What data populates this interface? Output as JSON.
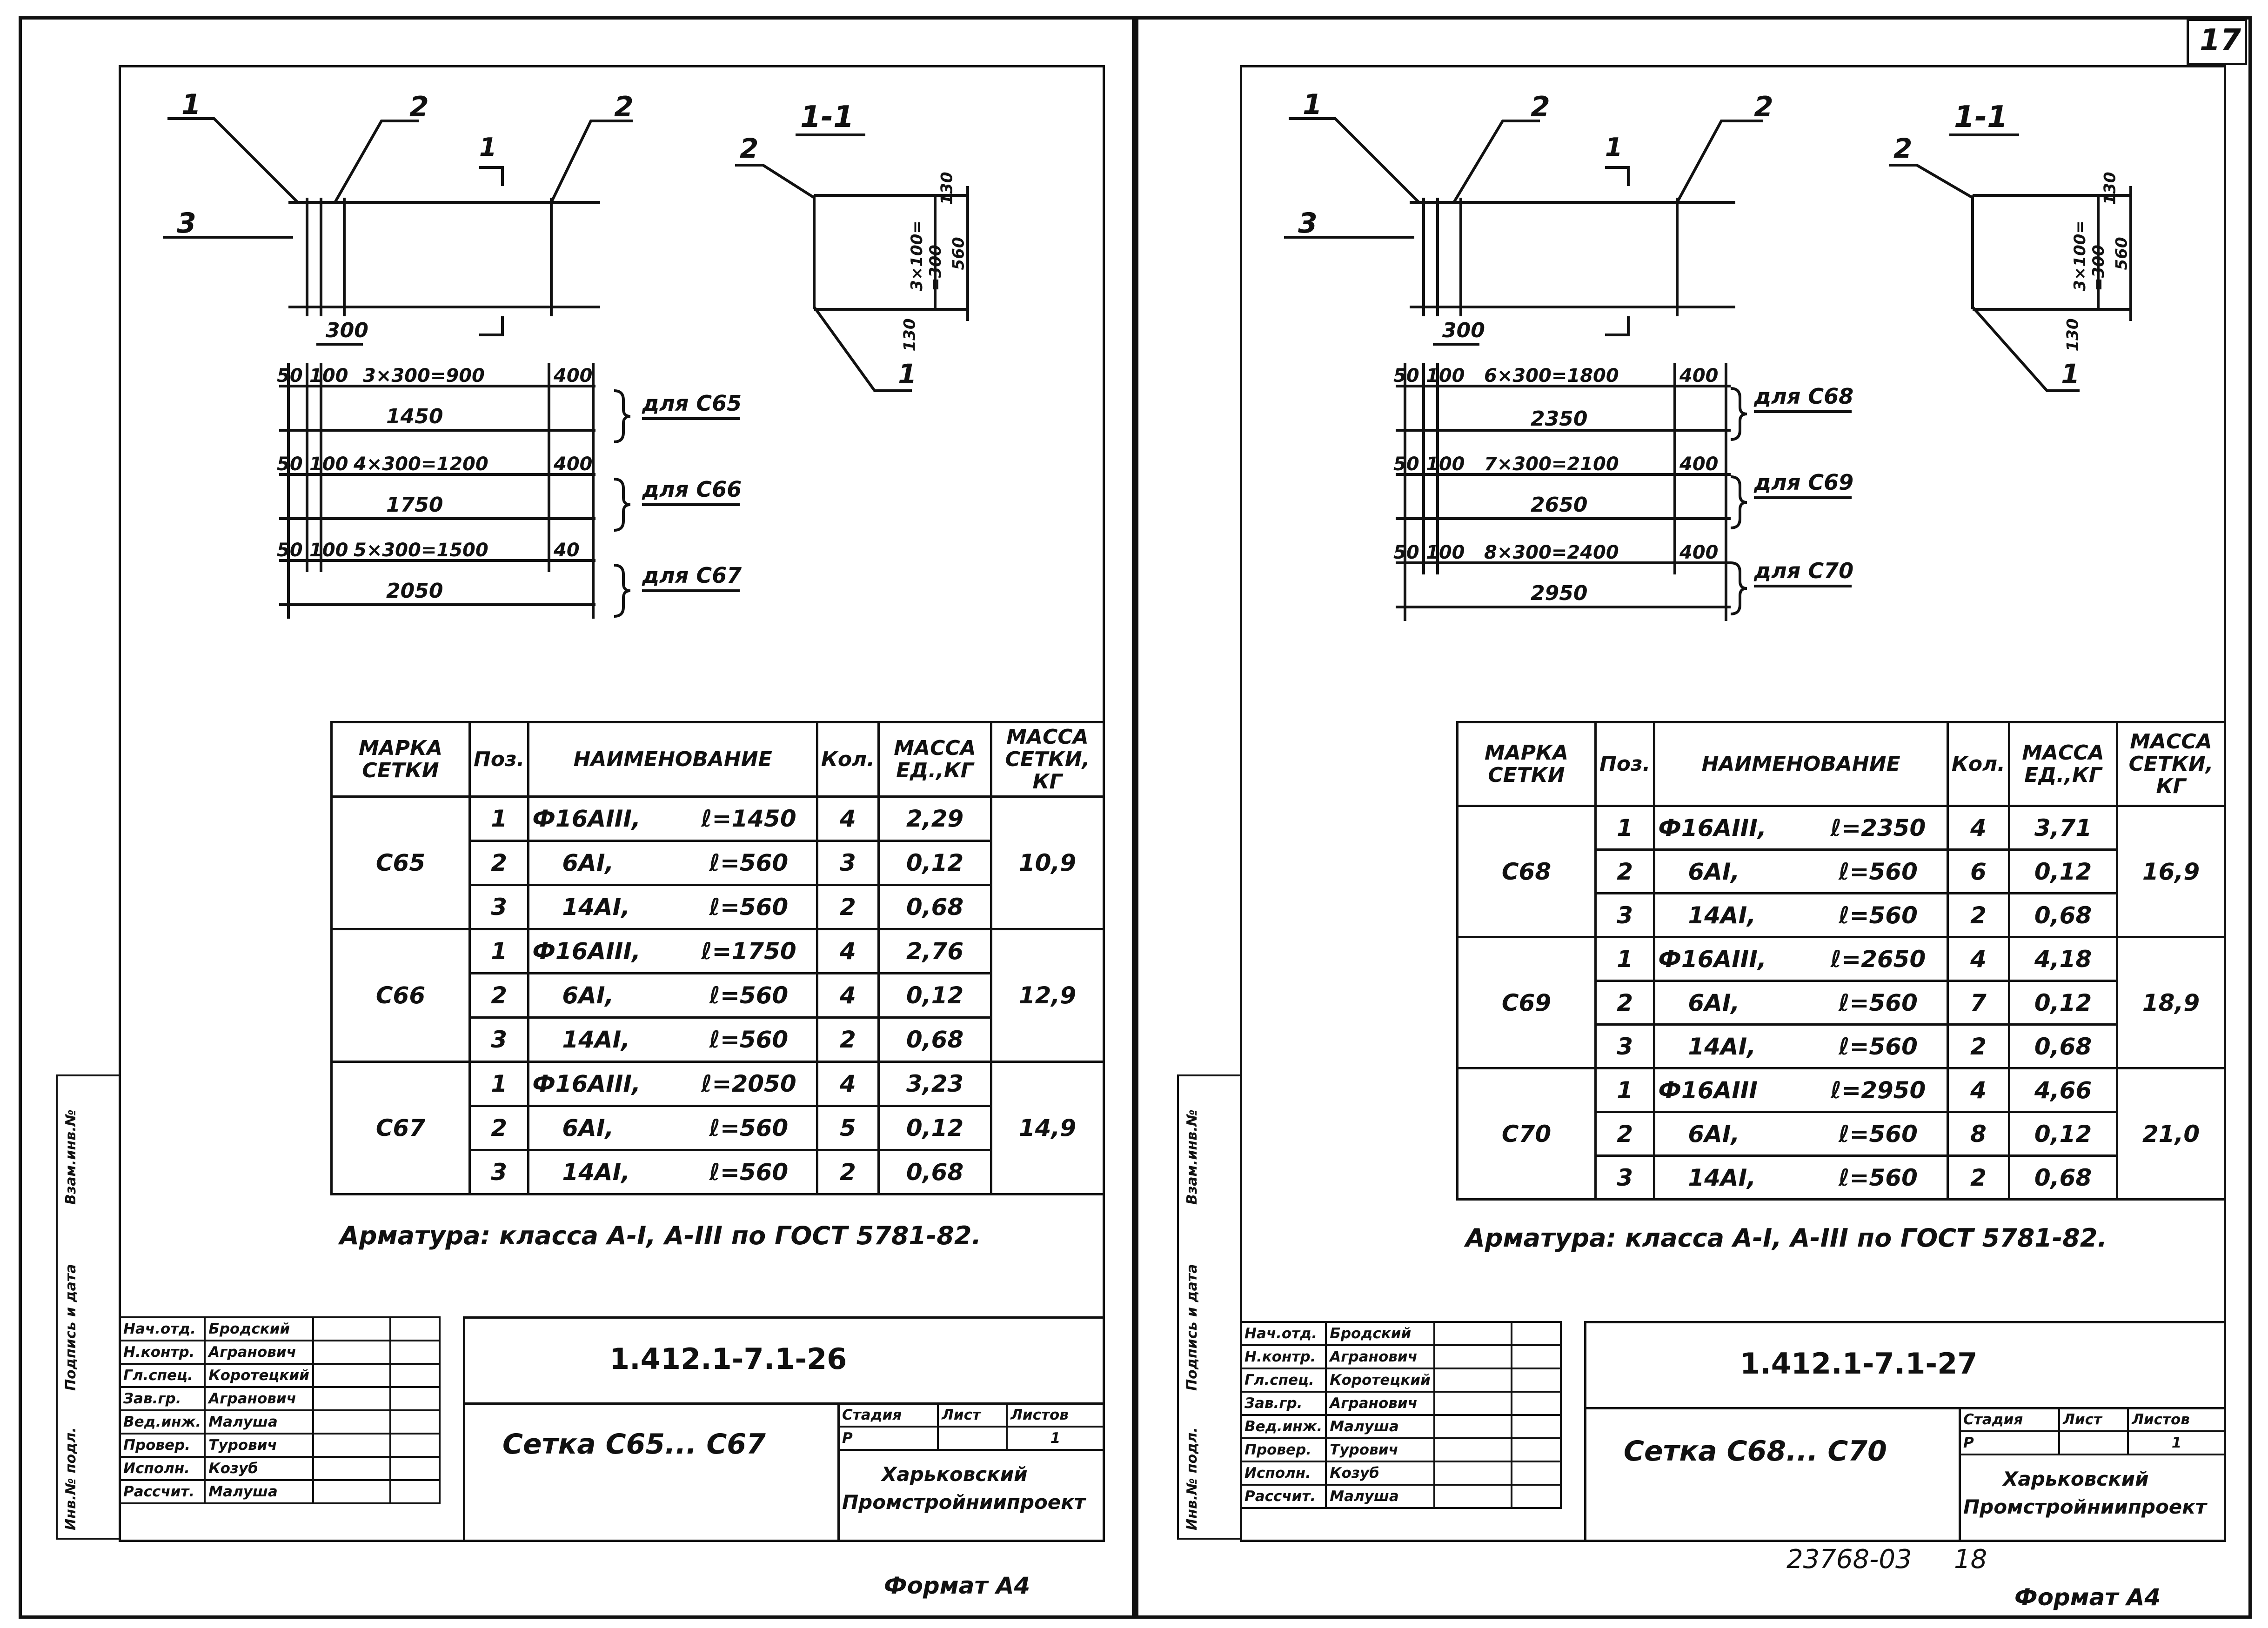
{
  "sheet_number": "17",
  "page_code": "23768-03",
  "page_code_num": "18",
  "left": {
    "callouts": [
      "1",
      "2",
      "2",
      "3"
    ],
    "section_mark": "1",
    "section_title": "1-1",
    "section_callouts": [
      "2",
      "1"
    ],
    "section_dims": {
      "top": "130",
      "middle": "3×100=\n=300",
      "total": "560",
      "bottom": "130"
    },
    "spacing_label": "300",
    "rows": [
      {
        "dims": [
          "50",
          "100",
          "3×300=900",
          "400"
        ],
        "total": "1450",
        "for": "для С65"
      },
      {
        "dims": [
          "50",
          "100",
          "4×300=1200",
          "400"
        ],
        "total": "1750",
        "for": "для С66"
      },
      {
        "dims": [
          "50",
          "100",
          "5×300=1500",
          "40"
        ],
        "total": "2050",
        "for": "для С67"
      }
    ],
    "table": {
      "headers": [
        "МАРКА\nСЕТКИ",
        "Поз.",
        "НАИМЕНОВАНИЕ",
        "Кол.",
        "МАССА\nЕД.,КГ",
        "МАССА\nСЕТКИ,\nКГ"
      ],
      "groups": [
        {
          "mark": "С65",
          "mass_total": "10,9",
          "items": [
            {
              "pos": "1",
              "name": "Ф16АIII,",
              "len": "ℓ=1450",
              "qty": "4",
              "mass": "2,29"
            },
            {
              "pos": "2",
              "name": "6АI,",
              "len": "ℓ=560",
              "qty": "3",
              "mass": "0,12"
            },
            {
              "pos": "3",
              "name": "14АI,",
              "len": "ℓ=560",
              "qty": "2",
              "mass": "0,68"
            }
          ]
        },
        {
          "mark": "С66",
          "mass_total": "12,9",
          "items": [
            {
              "pos": "1",
              "name": "Ф16АIII,",
              "len": "ℓ=1750",
              "qty": "4",
              "mass": "2,76"
            },
            {
              "pos": "2",
              "name": "6АI,",
              "len": "ℓ=560",
              "qty": "4",
              "mass": "0,12"
            },
            {
              "pos": "3",
              "name": "14АI,",
              "len": "ℓ=560",
              "qty": "2",
              "mass": "0,68"
            }
          ]
        },
        {
          "mark": "С67",
          "mass_total": "14,9",
          "items": [
            {
              "pos": "1",
              "name": "Ф16АIII,",
              "len": "ℓ=2050",
              "qty": "4",
              "mass": "3,23"
            },
            {
              "pos": "2",
              "name": "6АI,",
              "len": "ℓ=560",
              "qty": "5",
              "mass": "0,12"
            },
            {
              "pos": "3",
              "name": "14АI,",
              "len": "ℓ=560",
              "qty": "2",
              "mass": "0,68"
            }
          ]
        }
      ]
    },
    "note": "Арматура: класса А-I, А-III по ГОСТ 5781-82.",
    "title_block": {
      "doc_code": "1.412.1-7.1-26",
      "title": "Сетка С65... С67",
      "roles": [
        "Нач.отд.",
        "Н.контр.",
        "Гл.спец.",
        "Зав.гр.",
        "Вед.инж.",
        "Провер.",
        "Исполн.",
        "Рассчит."
      ],
      "names": [
        "Бродский",
        "Агранович",
        "Коротецкий",
        "Агранович",
        "Малуша",
        "Турович",
        "Козуб",
        "Малуша"
      ],
      "stage_label": "Стадия",
      "sheet_label": "Лист",
      "sheets_label": "Листов",
      "stage": "Р",
      "sheets": "1",
      "org_line1": "Харьковский",
      "org_line2": "Промстройниипроект"
    },
    "side_labels": [
      "Инв.№ подл.",
      "Подпись и дата",
      "Взам.инв.№"
    ],
    "format": "Формат А4"
  },
  "right": {
    "callouts": [
      "1",
      "2",
      "2",
      "3"
    ],
    "section_mark": "1",
    "section_title": "1-1",
    "section_callouts": [
      "2",
      "1"
    ],
    "section_dims": {
      "top": "130",
      "middle": "3×100=\n=300",
      "total": "560",
      "bottom": "130"
    },
    "spacing_label": "300",
    "rows": [
      {
        "dims": [
          "50",
          "100",
          "6×300=1800",
          "400"
        ],
        "total": "2350",
        "for": "для С68"
      },
      {
        "dims": [
          "50",
          "100",
          "7×300=2100",
          "400"
        ],
        "total": "2650",
        "for": "для С69"
      },
      {
        "dims": [
          "50",
          "100",
          "8×300=2400",
          "400"
        ],
        "total": "2950",
        "for": "для С70"
      }
    ],
    "table": {
      "headers": [
        "МАРКА\nСЕТКИ",
        "Поз.",
        "НАИМЕНОВАНИЕ",
        "Кол.",
        "МАССА\nЕД.,КГ",
        "МАССА\nСЕТКИ,\nКГ"
      ],
      "groups": [
        {
          "mark": "С68",
          "mass_total": "16,9",
          "items": [
            {
              "pos": "1",
              "name": "Ф16АIII,",
              "len": "ℓ=2350",
              "qty": "4",
              "mass": "3,71"
            },
            {
              "pos": "2",
              "name": "6АI,",
              "len": "ℓ=560",
              "qty": "6",
              "mass": "0,12"
            },
            {
              "pos": "3",
              "name": "14АI,",
              "len": "ℓ=560",
              "qty": "2",
              "mass": "0,68"
            }
          ]
        },
        {
          "mark": "С69",
          "mass_total": "18,9",
          "items": [
            {
              "pos": "1",
              "name": "Ф16АIII,",
              "len": "ℓ=2650",
              "qty": "4",
              "mass": "4,18"
            },
            {
              "pos": "2",
              "name": "6АI,",
              "len": "ℓ=560",
              "qty": "7",
              "mass": "0,12"
            },
            {
              "pos": "3",
              "name": "14АI,",
              "len": "ℓ=560",
              "qty": "2",
              "mass": "0,68"
            }
          ]
        },
        {
          "mark": "С70",
          "mass_total": "21,0",
          "items": [
            {
              "pos": "1",
              "name": "Ф16АIII",
              "len": "ℓ=2950",
              "qty": "4",
              "mass": "4,66"
            },
            {
              "pos": "2",
              "name": "6АI,",
              "len": "ℓ=560",
              "qty": "8",
              "mass": "0,12"
            },
            {
              "pos": "3",
              "name": "14АI,",
              "len": "ℓ=560",
              "qty": "2",
              "mass": "0,68"
            }
          ]
        }
      ]
    },
    "note": "Арматура: класса А-I, А-III по ГОСТ 5781-82.",
    "title_block": {
      "doc_code": "1.412.1-7.1-27",
      "title": "Сетка С68... С70",
      "roles": [
        "Нач.отд.",
        "Н.контр.",
        "Гл.спец.",
        "Зав.гр.",
        "Вед.инж.",
        "Провер.",
        "Исполн.",
        "Рассчит."
      ],
      "names": [
        "Бродский",
        "Агранович",
        "Коротецкий",
        "Агранович",
        "Малуша",
        "Турович",
        "Козуб",
        "Малуша"
      ],
      "stage_label": "Стадия",
      "sheet_label": "Лист",
      "sheets_label": "Листов",
      "stage": "Р",
      "sheets": "1",
      "org_line1": "Харьковский",
      "org_line2": "Промстройниипроект"
    },
    "side_labels": [
      "Инв.№ подл.",
      "Подпись и дата",
      "Взам.инв.№"
    ],
    "format": "Формат А4"
  }
}
